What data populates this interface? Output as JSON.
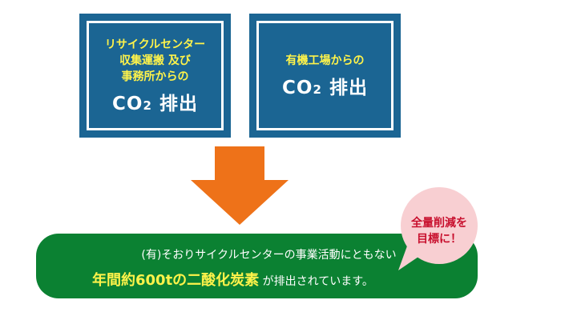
{
  "box_left": {
    "lines": [
      "リサイクルセンター",
      "収集運搬 及び",
      "事務所からの"
    ],
    "co2_label": "CO",
    "co2_sub": "2",
    "emission_label": "排出"
  },
  "box_right": {
    "lines": [
      "有機工場からの"
    ],
    "co2_label": "CO",
    "co2_sub": "2",
    "emission_label": "排出"
  },
  "summary": {
    "line1": "(有)そおりサイクルセンターの事業活動にともない",
    "highlight": "年間約600tの二酸化炭素",
    "line2_rest": " が排出されています。"
  },
  "callout": {
    "line1": "全量削減を",
    "line2": "目標に！"
  },
  "colors": {
    "box": "#1b6593",
    "arrow": "#ee7219",
    "pill": "#0b8132",
    "bubble": "#f8cfd2",
    "highlight": "#fff34a"
  }
}
